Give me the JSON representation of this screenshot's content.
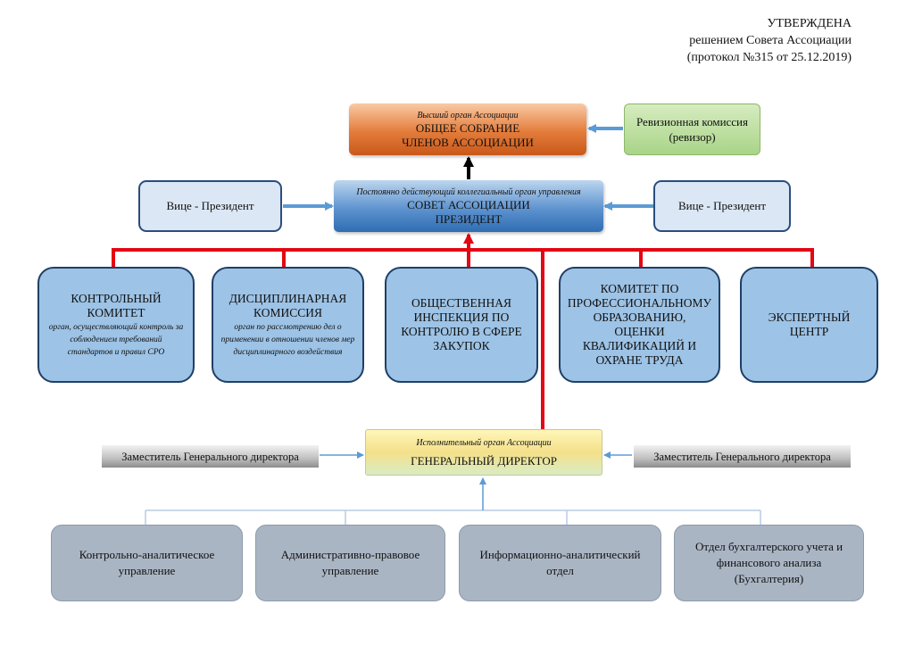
{
  "approval": {
    "line1": "УТВЕРЖДЕНА",
    "line2": "решением Совета Ассоциации",
    "line3": "(протокол №315 от 25.12.2019)"
  },
  "top": {
    "subtitle": "Высший орган Ассоциации",
    "line1": "ОБЩЕЕ СОБРАНИЕ",
    "line2": "ЧЛЕНОВ АССОЦИАЦИИ"
  },
  "audit": {
    "line1": "Ревизионная комиссия",
    "line2": "(ревизор)"
  },
  "council": {
    "subtitle": "Постоянно действующий коллегиальный орган управления",
    "line1": "СОВЕТ АССОЦИАЦИИ",
    "line2": "ПРЕЗИДЕНТ"
  },
  "vice_presidents": {
    "left": "Вице - Президент",
    "right": "Вице - Президент"
  },
  "committees": [
    {
      "lines": [
        "КОНТРОЛЬНЫЙ",
        "КОМИТЕТ"
      ],
      "note": "орган, осуществляющий контроль за соблюдением требований стандартов и правил СРО"
    },
    {
      "lines": [
        "ДИСЦИПЛИНАРНАЯ",
        "КОМИССИЯ"
      ],
      "note": "орган по рассмотрению дел о применении в отношении членов мер дисциплинарного воздействия"
    },
    {
      "lines": [
        "ОБЩЕСТВЕННАЯ",
        "ИНСПЕКЦИЯ ПО",
        "КОНТРОЛЮ В СФЕРЕ",
        "ЗАКУПОК"
      ],
      "note": ""
    },
    {
      "lines": [
        "КОМИТЕТ ПО",
        "ПРОФЕССИОНАЛЬНОМУ",
        "ОБРАЗОВАНИЮ,",
        "ОЦЕНКИ",
        "КВАЛИФИКАЦИЙ И",
        "ОХРАНЕ ТРУДА"
      ],
      "note": ""
    },
    {
      "lines": [
        "ЭКСПЕРТНЫЙ",
        "ЦЕНТР"
      ],
      "note": ""
    }
  ],
  "director": {
    "subtitle": "Исполнительный орган Ассоциации",
    "title": "ГЕНЕРАЛЬНЫЙ ДИРЕКТОР"
  },
  "deputies": {
    "left": "Заместитель Генерального директора",
    "right": "Заместитель Генерального директора"
  },
  "departments": [
    {
      "lines": [
        "Контрольно-аналитическое",
        "управление"
      ]
    },
    {
      "lines": [
        "Административно-правовое",
        "управление"
      ]
    },
    {
      "lines": [
        "Информационно-аналитический",
        "отдел"
      ]
    },
    {
      "lines": [
        "Отдел бухгалтерского учета и",
        "финансового анализа",
        "(Бухгалтерия)"
      ]
    }
  ],
  "colors": {
    "red_connector": "#e30613",
    "blue_arrow": "#5b9bd5",
    "black_arrow": "#000000",
    "light_connector": "#b8cce4"
  }
}
